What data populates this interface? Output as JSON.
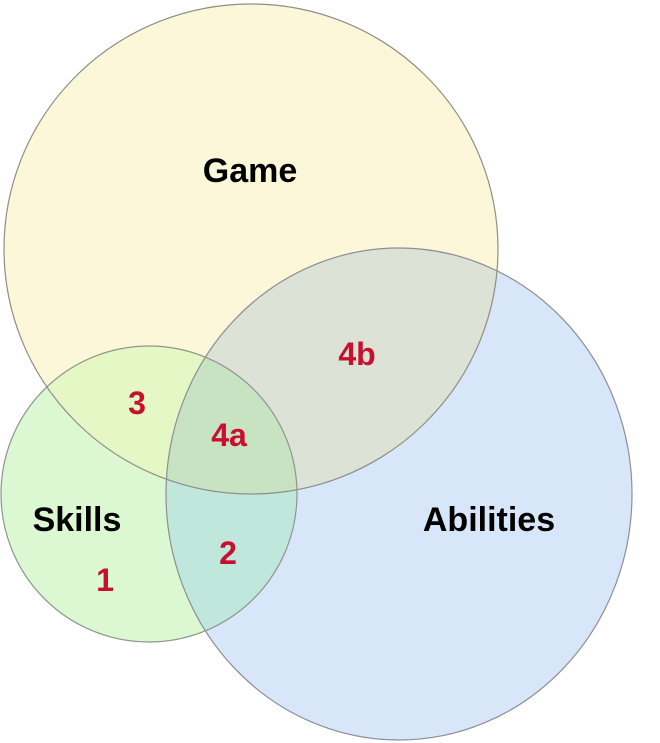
{
  "sets": [
    {
      "key": "game",
      "label": "Game",
      "fill": "#fbf7d8",
      "stroke": "#8e8e88"
    },
    {
      "key": "abilities",
      "label": "Abilities",
      "fill": "#d8e6fa",
      "stroke": "#8e8e96"
    },
    {
      "key": "skills",
      "label": "Skills",
      "fill": "#dbf8d2",
      "stroke": "#8e968e"
    }
  ],
  "regions": {
    "color": "#c8102e",
    "r1": "1",
    "r2": "2",
    "r3": "3",
    "r4a": "4a",
    "r4b": "4b"
  }
}
